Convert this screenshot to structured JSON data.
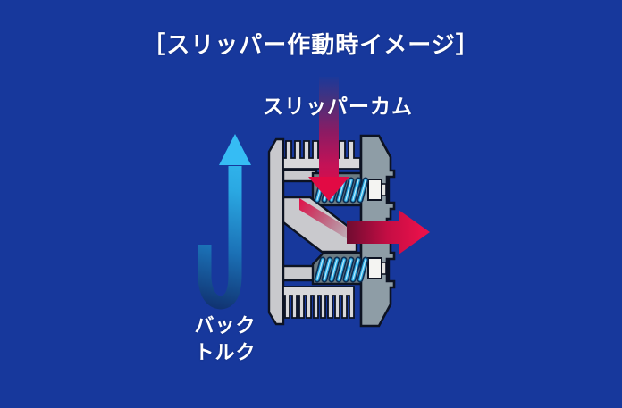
{
  "header": {
    "title": "［スリッパー作動時イメージ］"
  },
  "diagram": {
    "cam_label": "スリッパーカム",
    "back_torque_label": {
      "line1": "バック",
      "line2": "トルク"
    },
    "icons": {
      "back_torque_arrow": "curved-up-arrow",
      "cam_force_arrow": "down-arrow",
      "drive_force_arrow": "right-arrow",
      "springs": "coil-spring"
    },
    "colors": {
      "background": "#17389c",
      "text": "#ffffff",
      "torque_arrow_cyan": "#36bcf4",
      "force_arrow_red": "#e20a44",
      "metal_light_gray": "#c9c9cd",
      "teeth_gray": "#d7d7da",
      "housing_slate": "#6b7b83",
      "hub_blue_gray": "#8e9da6",
      "spring_cyan": "#2fb0e8",
      "outline_navy": "#0d1322"
    }
  }
}
